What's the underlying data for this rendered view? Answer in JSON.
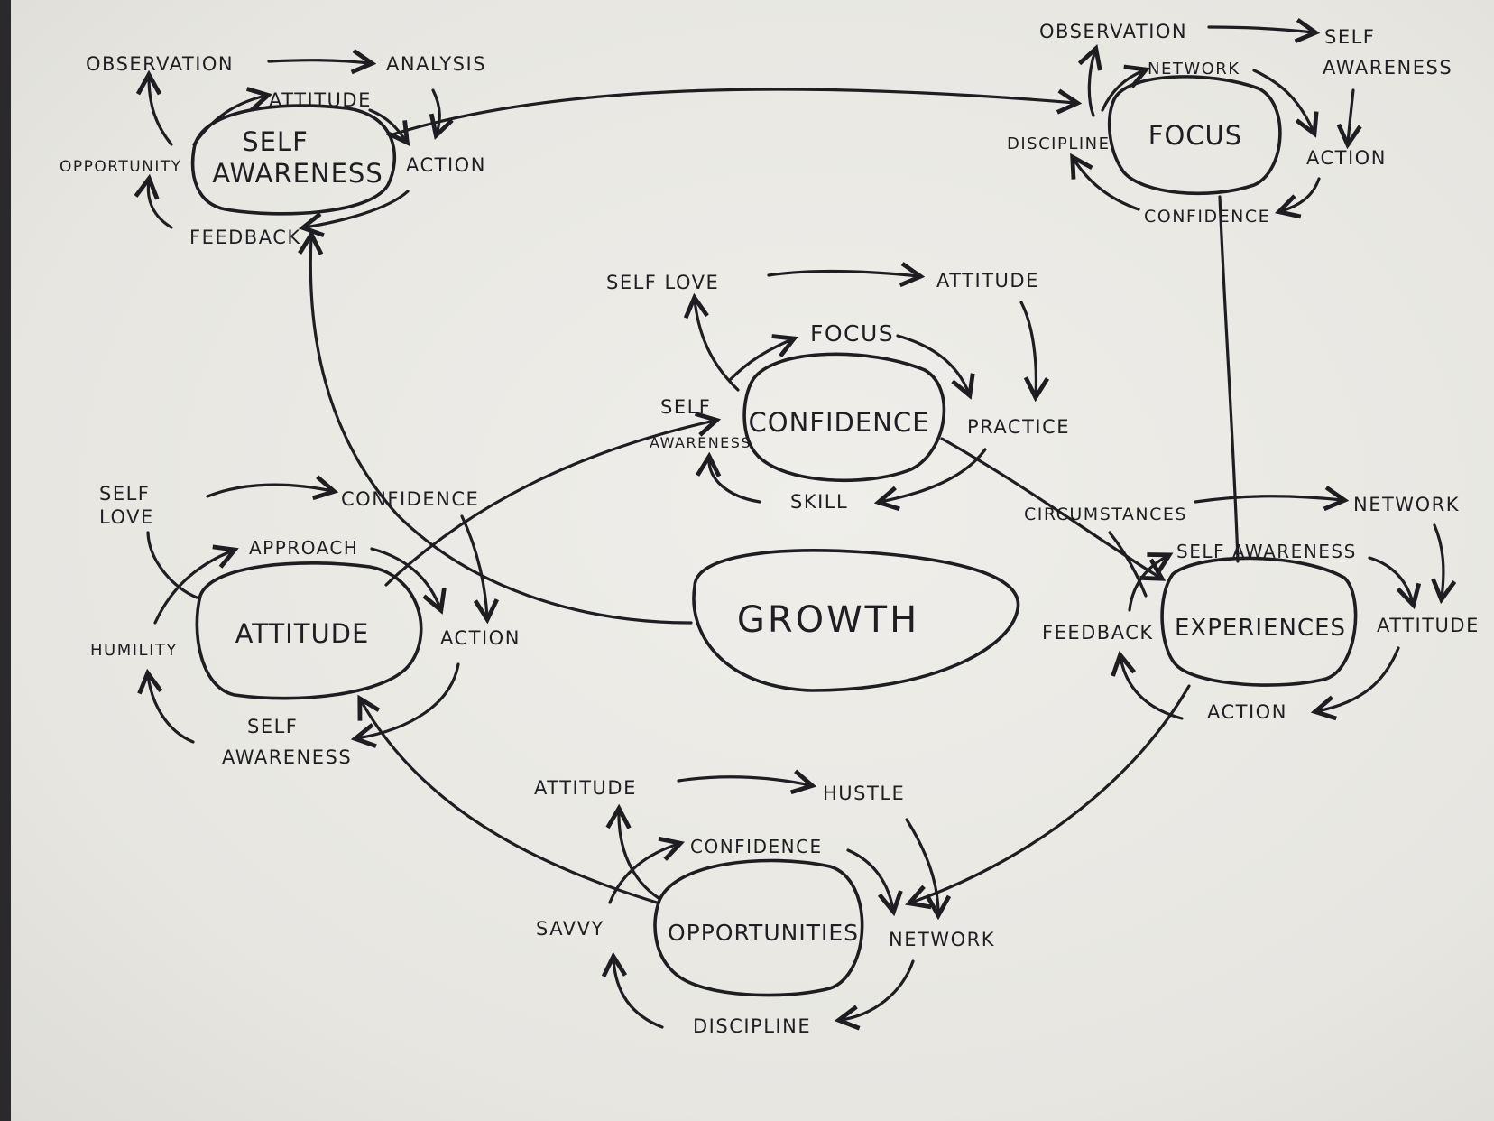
{
  "diagram": {
    "center": "GROWTH",
    "clusters": [
      {
        "id": "self-awareness",
        "core": [
          "SELF",
          "AWARENESS"
        ],
        "labels": [
          "OBSERVATION",
          "ANALYSIS",
          "ATTITUDE",
          "ACTION",
          "FEEDBACK",
          "OPPORTUNITY"
        ]
      },
      {
        "id": "focus",
        "core": [
          "FOCUS"
        ],
        "labels": [
          "OBSERVATION",
          "SELF",
          "AWARENESS",
          "NETWORK",
          "ACTION",
          "CONFIDENCE",
          "DISCIPLINE"
        ]
      },
      {
        "id": "confidence",
        "core": [
          "CONFIDENCE"
        ],
        "labels": [
          "SELF LOVE",
          "ATTITUDE",
          "FOCUS",
          "PRACTICE",
          "SKILL",
          "SELF",
          "AWARENESS"
        ]
      },
      {
        "id": "attitude",
        "core": [
          "ATTITUDE"
        ],
        "labels": [
          "SELF",
          "LOVE",
          "CONFIDENCE",
          "APPROACH",
          "ACTION",
          "SELF",
          "AWARENESS",
          "HUMILITY"
        ]
      },
      {
        "id": "experiences",
        "core": [
          "EXPERIENCES"
        ],
        "labels": [
          "CIRCUMSTANCES",
          "NETWORK",
          "SELF AWARENESS",
          "ATTITUDE",
          "ACTION",
          "FEEDBACK"
        ]
      },
      {
        "id": "opportunities",
        "core": [
          "OPPORTUNITIES"
        ],
        "labels": [
          "ATTITUDE",
          "HUSTLE",
          "CONFIDENCE",
          "NETWORK",
          "DISCIPLINE",
          "SAVVY"
        ]
      }
    ]
  },
  "colors": {
    "ink": "#1e1e22",
    "paper": "#e9e8e3"
  }
}
